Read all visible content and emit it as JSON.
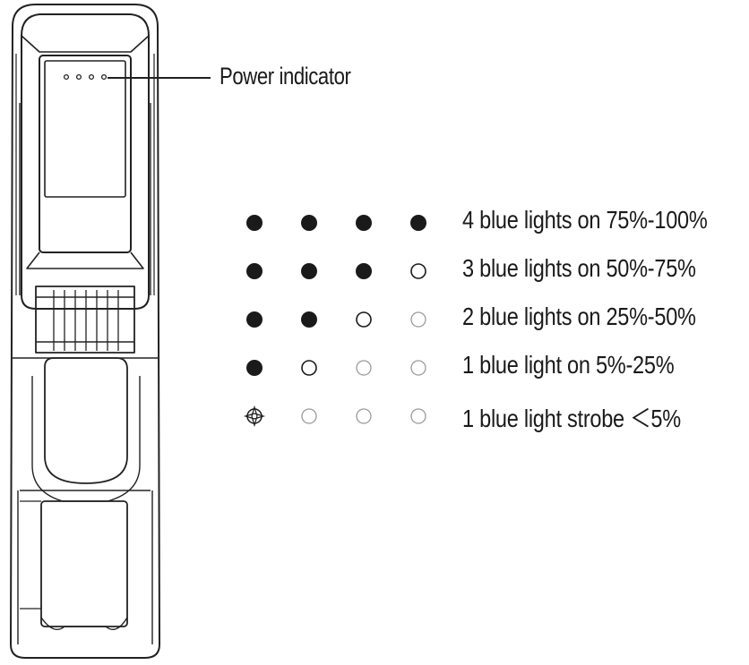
{
  "callout": {
    "label": "Power indicator"
  },
  "device": {
    "indicator_leds": 4
  },
  "legend": {
    "rows": [
      {
        "text": "4  blue lights on 75%-100%",
        "dots": [
          "on",
          "on",
          "on",
          "on"
        ]
      },
      {
        "text": "3  blue lights on 50%-75%",
        "dots": [
          "on",
          "on",
          "on",
          "off-dark"
        ]
      },
      {
        "text": "2  blue lights on 25%-50%",
        "dots": [
          "on",
          "on",
          "off-dark",
          "off-light"
        ]
      },
      {
        "text": "1 blue light on 5%-25%",
        "dots": [
          "on",
          "off-dark",
          "off-light",
          "off-light"
        ]
      },
      {
        "text": "1 blue light strobe ＜5%",
        "dots": [
          "strobe",
          "off-light",
          "off-light",
          "off-light"
        ]
      }
    ]
  },
  "colors": {
    "ink": "#1a1a1a",
    "light_outline": "#9a9a9a"
  }
}
